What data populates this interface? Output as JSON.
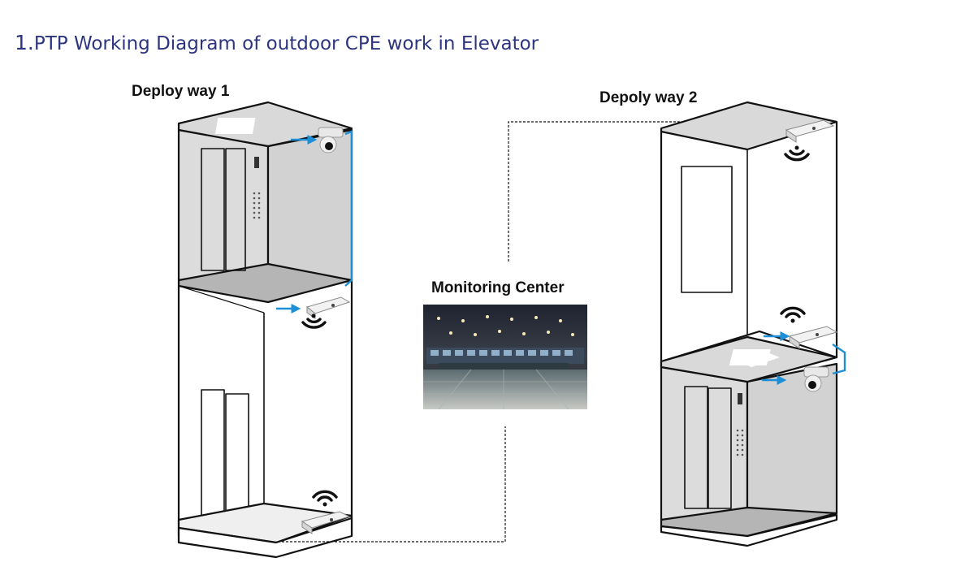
{
  "title": {
    "number": "1.",
    "text": "PTP Working Diagram of outdoor CPE work in Elevator"
  },
  "labels": {
    "deploy_way_1": "Deploy way 1",
    "deploy_way_2": "Depoly way 2",
    "monitoring_center": "Monitoring Center"
  },
  "colors": {
    "title": "#2d3580",
    "link_cable": "#1e8fd6",
    "wall": "#d9d9d9",
    "floor": "#bdbdbd",
    "outline": "#111111"
  },
  "icons": [
    "wifi-signal-icon",
    "dome-camera-icon",
    "outdoor-cpe-icon",
    "control-room-photo"
  ]
}
